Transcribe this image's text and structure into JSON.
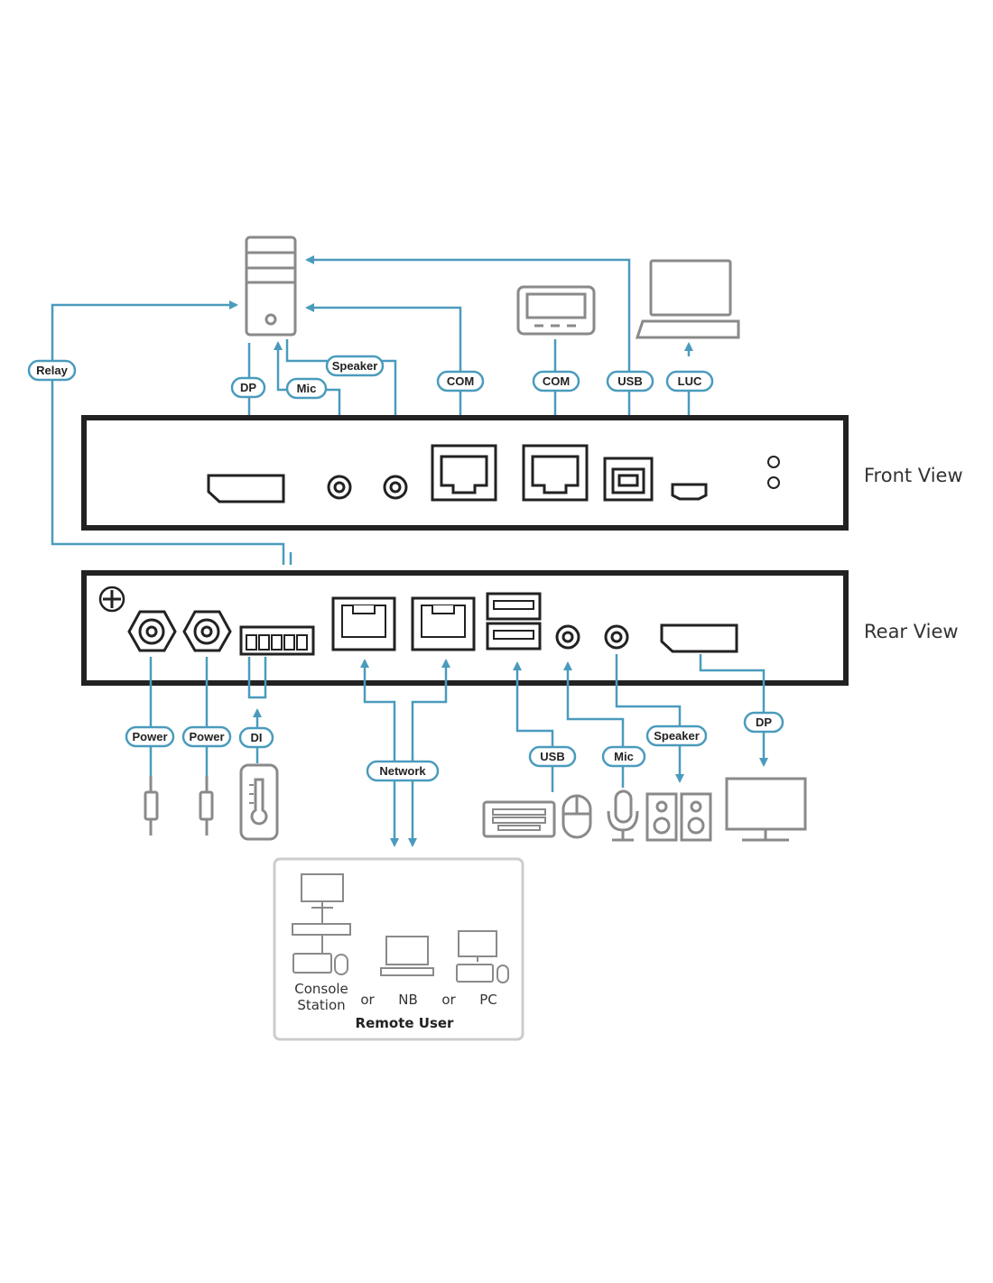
{
  "views": {
    "front": "Front View",
    "rear": "Rear View"
  },
  "labels": {
    "relay": "Relay",
    "dp_top": "DP",
    "mic_top": "Mic",
    "speaker_top": "Speaker",
    "com_pc": "COM",
    "com_terminal": "COM",
    "usb_top": "USB",
    "luc": "LUC",
    "power1": "Power",
    "power2": "Power",
    "di": "DI",
    "network": "Network",
    "usb_bottom": "USB",
    "mic_bottom": "Mic",
    "speaker_bottom": "Speaker",
    "dp_bottom": "DP"
  },
  "remote": {
    "console_line1": "Console",
    "console_line2": "Station",
    "or1": "or",
    "nb": "NB",
    "or2": "or",
    "pc": "PC",
    "title": "Remote User"
  },
  "colors": {
    "wire": "#4a9bbd",
    "device": "#8a8a8a",
    "panel": "#222222"
  },
  "icons": [
    "computer-tower-icon",
    "terminal-icon",
    "laptop-icon",
    "power-adapter-icon",
    "thermometer-icon",
    "keyboard-icon",
    "mouse-icon",
    "microphone-icon",
    "speakers-icon",
    "monitor-icon"
  ]
}
